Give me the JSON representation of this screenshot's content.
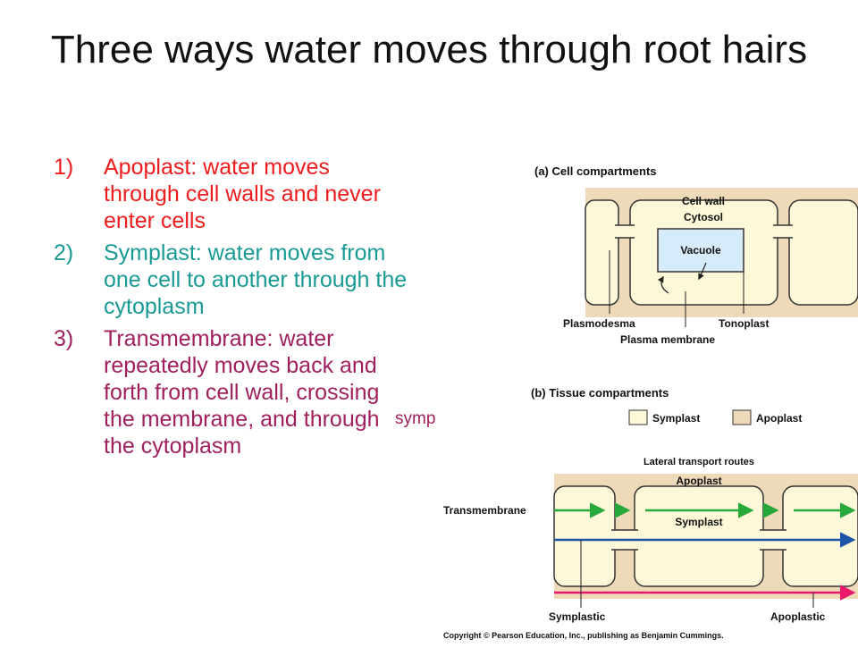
{
  "slide": {
    "title": "Three ways water moves through root hairs"
  },
  "list": [
    {
      "num": "1)",
      "text": "Apoplast: water moves through cell walls and never enter cells"
    },
    {
      "num": "2)",
      "text": "Symplast: water moves from one cell to another through the cytoplasm"
    },
    {
      "num": "3)",
      "text": "Transmembrane: water repeatedly moves back and forth from cell wall, crossing the membrane, and through the cytoplasm"
    }
  ],
  "fragment": "symp",
  "figure": {
    "panel_a": {
      "title": "(a) Cell compartments",
      "cell_wall": "Cell wall",
      "cytosol": "Cytosol",
      "vacuole": "Vacuole",
      "plasmodesma": "Plasmodesma",
      "tonoplast": "Tonoplast",
      "plasma_membrane": "Plasma membrane"
    },
    "panel_b": {
      "title": "(b) Tissue  compartments",
      "legend_symplast": "Symplast",
      "legend_apoplast": "Apoplast",
      "routes_heading": "Lateral transport routes",
      "apoplast": "Apoplast",
      "symplast": "Symplast",
      "transmembrane": "Transmembrane",
      "symplastic": "Symplastic",
      "apoplastic": "Apoplastic"
    },
    "copyright": "Copyright © Pearson Education, Inc., publishing as Benjamin Cummings.",
    "colors": {
      "wall": "#eed9b9",
      "cytoplasm": "#fdf8d8",
      "vacuole": "#d6ecfa",
      "outline": "#333333",
      "transmembrane": "#27a83a",
      "symplastic": "#1c55a8",
      "apoplastic": "#e8196a"
    }
  }
}
